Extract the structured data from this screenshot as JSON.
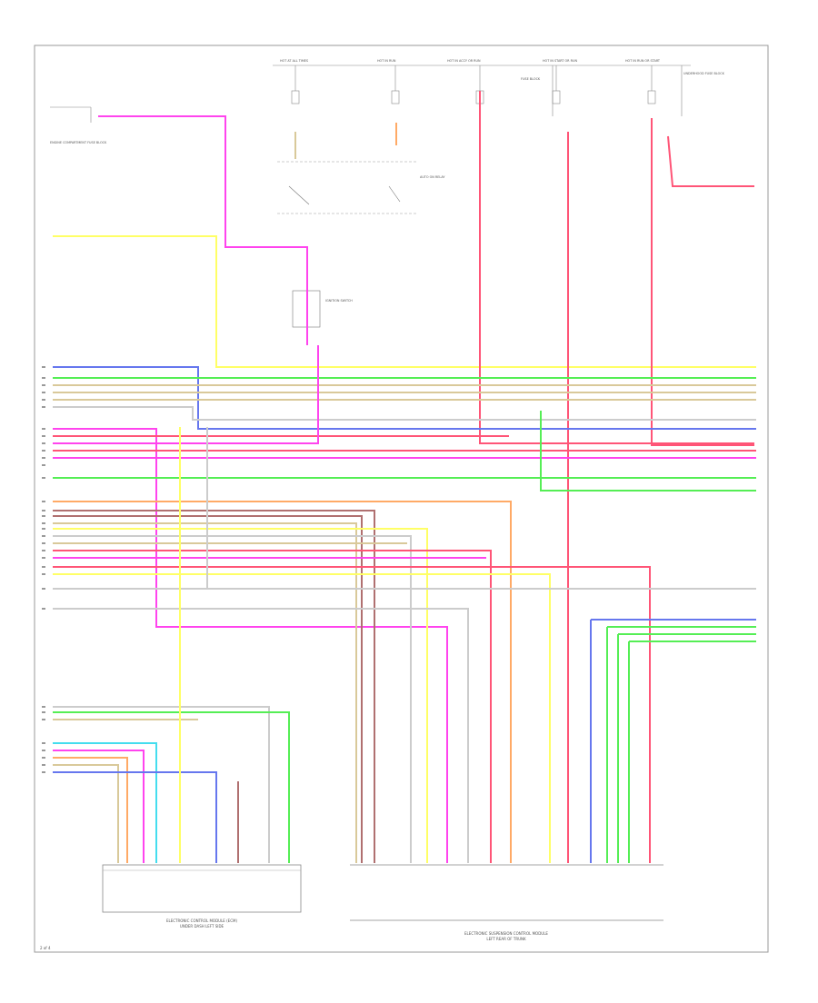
{
  "fuses": [
    {
      "label": "HOT AT ALL TIMES"
    },
    {
      "label": "HOT IN RUN"
    },
    {
      "label": "HOT IN ACCY OR RUN"
    },
    {
      "label": "HOT IN START OR RUN"
    },
    {
      "label": "HOT IN RUN OR START"
    }
  ],
  "fuse_box_label": "FUSE BLOCK",
  "left_component_label": "ENGINE COMPARTMENT FUSE BLOCK",
  "right_top_label": "UNDERHOOD FUSE BLOCK",
  "relay_label": "AUTO ON RELAY",
  "switch_label": "IGNITION SWITCH",
  "connector_left": {
    "name": "ELECTRONIC CONTROL MODULE (ECM)",
    "subtitle": "UNDER DASH LEFT SIDE"
  },
  "connector_right": {
    "name": "ELECTRONIC SUSPENSION CONTROL MODULE",
    "subtitle": "LEFT REAR OF TRUNK"
  },
  "page_id": "2 of 4",
  "colors": {
    "pink": "#ff44ee",
    "yellow": "#ffff66",
    "red": "#ff5577",
    "green": "#55ee55",
    "blue": "#6677ee",
    "tan": "#d9c99a",
    "orange": "#ffaa66",
    "gray": "#cccccc",
    "cyan": "#44ddee",
    "dark": "#b07070"
  }
}
